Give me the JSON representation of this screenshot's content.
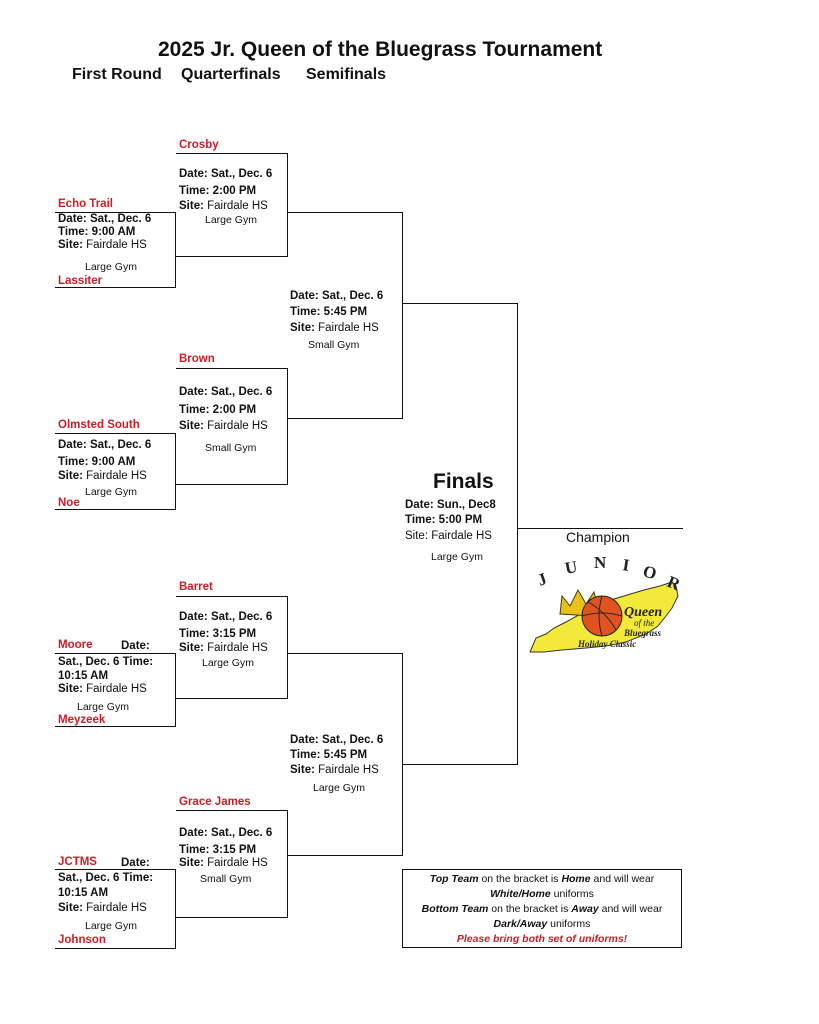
{
  "header": {
    "title": "2025 Jr. Queen of the Bluegrass Tournament",
    "rounds": [
      "First Round",
      "Quarterfinals",
      "Semifinals"
    ]
  },
  "labels": {
    "date": "Date:",
    "time": "Time:",
    "site": "Site:"
  },
  "first_round": [
    {
      "top": "Echo Trail",
      "date": "Sat., Dec. 6",
      "time": "9:00 AM",
      "site": "Fairdale HS",
      "gym": "Large Gym",
      "bottom": "Lassiter"
    },
    {
      "top": "Olmsted South",
      "date": "Sat., Dec. 6",
      "time": "9:00 AM",
      "site": "Fairdale HS",
      "gym": "Large Gym",
      "bottom": "Noe"
    },
    {
      "top": "Moore",
      "date": "Sat., Dec. 6",
      "time": "10:15 AM",
      "site": "Fairdale HS",
      "gym": "Large Gym",
      "bottom": "Meyzeek"
    },
    {
      "top": "JCTMS",
      "date": "Sat., Dec. 6",
      "time": "10:15 AM",
      "site": "Fairdale HS",
      "gym": "Large Gym",
      "bottom": "Johnson"
    }
  ],
  "quarterfinals": [
    {
      "top": "Crosby",
      "date": "Sat., Dec. 6",
      "time": "2:00 PM",
      "site": "Fairdale HS",
      "gym": "Large Gym"
    },
    {
      "top": "Brown",
      "date": "Sat., Dec. 6",
      "time": "2:00 PM",
      "site": "Fairdale HS",
      "gym": "Small Gym"
    },
    {
      "top": "Barret",
      "date": "Sat., Dec. 6",
      "time": "3:15 PM",
      "site": "Fairdale HS",
      "gym": "Large Gym"
    },
    {
      "top": "Grace James",
      "date": "Sat., Dec. 6",
      "time": "3:15 PM",
      "site": "Fairdale HS",
      "gym": "Small Gym"
    }
  ],
  "semifinals": [
    {
      "date": "Sat., Dec. 6",
      "time": "5:45 PM",
      "site": "Fairdale HS",
      "gym": "Small Gym"
    },
    {
      "date": "Sat., Dec. 6",
      "time": "5:45 PM",
      "site": "Fairdale HS",
      "gym": "Large Gym"
    }
  ],
  "finals": {
    "title": "Finals",
    "date": "Sun., Dec8",
    "time": "5:00 PM",
    "site": "Fairdale HS",
    "gym": "Large Gym"
  },
  "champion_label": "Champion",
  "logo": {
    "word": "JUNIOR",
    "line1": "Queen",
    "line2": "of the",
    "line3": "Bluegrass",
    "line4": "Holiday Classic",
    "state_color": "#f2e93a",
    "ball_color": "#e0531f"
  },
  "legend": {
    "top_team": "Top Team",
    "top_mid": " on the bracket is ",
    "home": "Home",
    "top_end": " and will wear",
    "white_home": "White/Home",
    "uniforms": " uniforms",
    "bottom_team": "Bottom Team",
    "bottom_mid": " on the bracket is ",
    "away": "Away",
    "bottom_end": " and will wear",
    "dark_away": "Dark/Away",
    "note": "Please bring both set of uniforms!"
  },
  "colors": {
    "team_red": "#c8202a",
    "line": "#111111"
  }
}
